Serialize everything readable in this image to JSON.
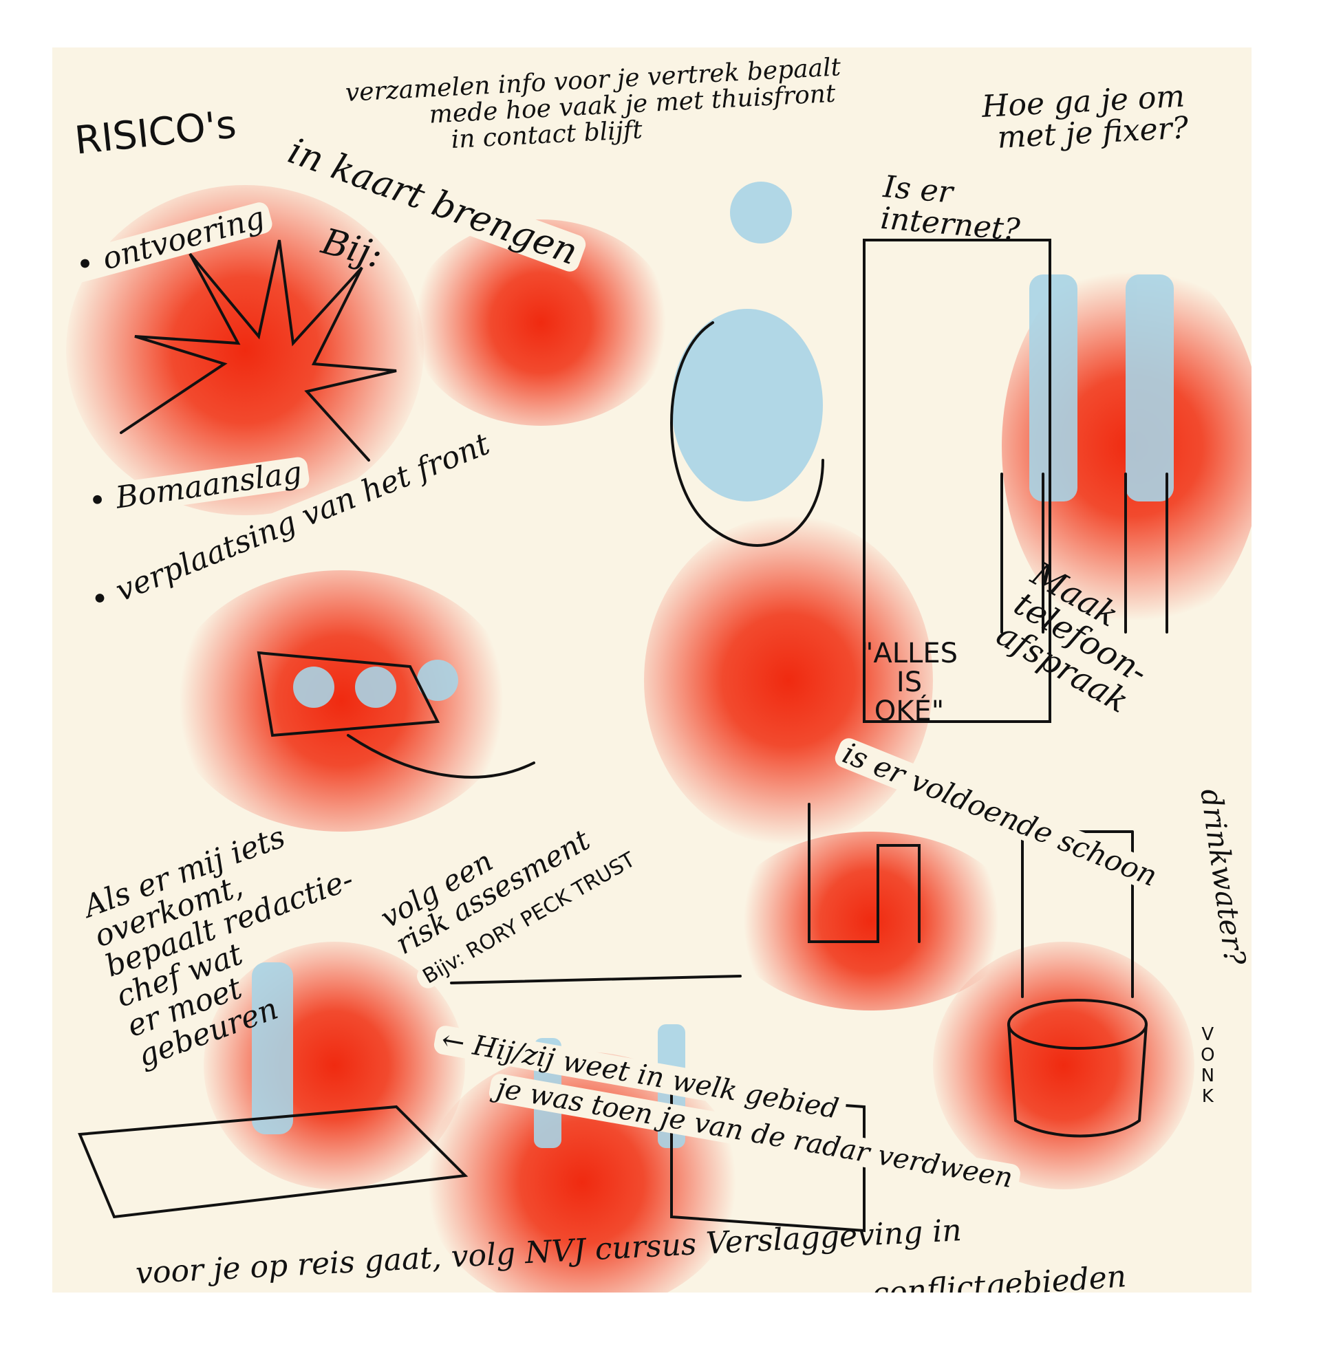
{
  "title": {
    "risicos": "RISICO's",
    "rest": "in kaart brengen",
    "bij": "Bij:"
  },
  "top_note": [
    "verzamelen info voor je vertrek bepaalt",
    "mede hoe vaak je met thuisfront",
    "in contact blijft"
  ],
  "fixer": [
    "Hoe ga je om",
    "met je fixer?"
  ],
  "internet": [
    "Is er",
    "internet?"
  ],
  "risks": [
    "• ontvoering",
    "• Bomaanslag",
    "• verplaatsing van het front"
  ],
  "phone": [
    "Maak",
    "telefoon-",
    "afspraak"
  ],
  "ok_sign": [
    "\"ALLES",
    "IS",
    "OKÉ\""
  ],
  "water": [
    "is er voldoende schoon",
    "drinkwater?"
  ],
  "editor": [
    "Als er mij iets",
    "overkomt,",
    "bepaalt redactie-",
    "chef wat",
    "er moet",
    "gebeuren"
  ],
  "risk_assessment": [
    "volg een",
    "risk assesment"
  ],
  "example": "Bijv: RORY PECK TRUST",
  "radar": [
    "← Hij/zij weet in welk gebied",
    "je was toen je van de radar verdween"
  ],
  "course": [
    "voor je op reis gaat, volg NVJ cursus Verslaggeving in",
    "conflictgebieden"
  ],
  "signature": "VONK",
  "colors": {
    "paper": "#faf4e4",
    "red": "#f02a10",
    "blue": "#a9d4e6",
    "ink": "#111111"
  }
}
